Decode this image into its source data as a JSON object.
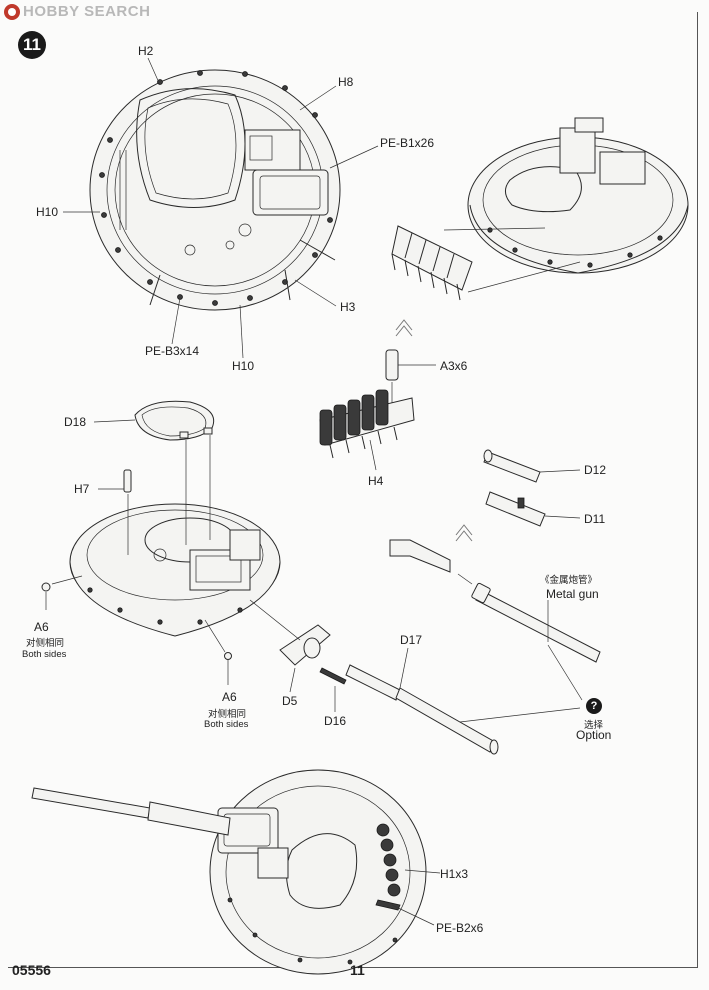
{
  "watermark": {
    "brand": "HOBBY SEARCH"
  },
  "step": {
    "number": "11"
  },
  "labels": {
    "h2": "H2",
    "h8": "H8",
    "pe_b1": "PE-B1x26",
    "h10_left": "H10",
    "h3": "H3",
    "pe_b3": "PE-B3x14",
    "h10_bottom": "H10",
    "a3": "A3x6",
    "h4": "H4",
    "d18": "D18",
    "h7": "H7",
    "d12": "D12",
    "d11": "D11",
    "metal_gun_cn": "《金属炮管》",
    "metal_gun_en": "Metal gun",
    "a6_left": "A6",
    "a6_left_cn": "对侧相同",
    "a6_left_en": "Both sides",
    "a6_mid": "A6",
    "a6_mid_cn": "对侧相同",
    "a6_mid_en": "Both sides",
    "d17": "D17",
    "d5": "D5",
    "d16": "D16",
    "option_symbol": "?",
    "option_cn": "选择",
    "option_en": "Option",
    "h1": "H1x3",
    "pe_b2": "PE-B2x6"
  },
  "footer": {
    "code": "05556",
    "page": "11"
  }
}
